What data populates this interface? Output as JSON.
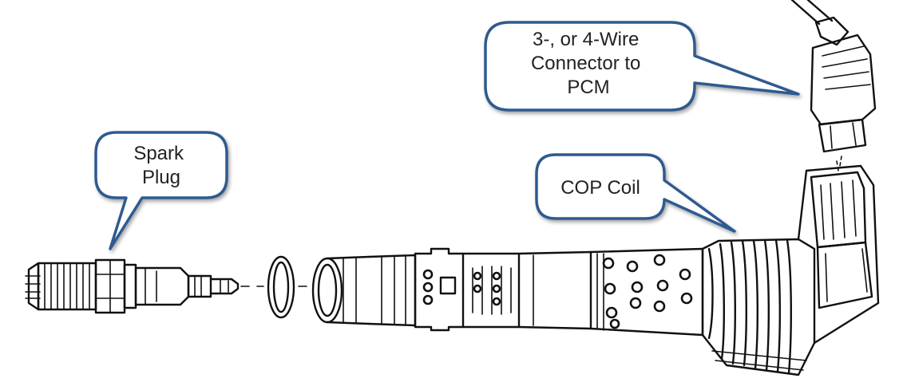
{
  "callouts": {
    "connector": {
      "lines": [
        "3-, or 4-Wire",
        "Connector to",
        "PCM"
      ]
    },
    "spark_plug": {
      "lines": [
        "Spark",
        "Plug"
      ]
    },
    "cop_coil": {
      "lines": [
        "COP Coil"
      ]
    }
  },
  "colors": {
    "callout_border": "#2f5a8f",
    "callout_fill": "#ffffff",
    "line_art": "#111111"
  }
}
